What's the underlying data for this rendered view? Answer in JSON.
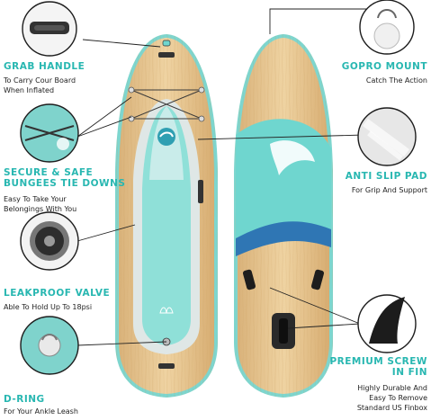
{
  "features": {
    "grab_handle": {
      "title": "GRAB HANDLE",
      "desc_1": "To Carry Cour Board",
      "desc_2": "When Inflated"
    },
    "bungees": {
      "title_1": "SECURE & SAFE",
      "title_2": "BUNGEES TIE DOWNS",
      "desc_1": "Easy To Take Your",
      "desc_2": "Belongings With You"
    },
    "valve": {
      "title": "LEAKPROOF VALVE",
      "desc_1": "Able To Hold Up To 18psi"
    },
    "d_ring": {
      "title": "D-RING",
      "desc_1": "For Your Ankle Leash"
    },
    "gopro": {
      "title": "GOPRO MOUNT",
      "desc_1": "Catch The Action"
    },
    "anti_slip": {
      "title": "ANTI SLIP PAD",
      "desc_1": "For Grip And Support"
    },
    "fin": {
      "title_1": "PREMIUM SCREW",
      "title_2": "IN FIN",
      "desc_1": "Highly Durable And",
      "desc_2": "Easy To Remove",
      "desc_3": "Standard US Finbox"
    }
  },
  "colors": {
    "accent_teal": "#28b7b1",
    "board_teal": "#6fd6cf",
    "wood": "#e6c58f",
    "wave_blue": "#2f76b4"
  }
}
